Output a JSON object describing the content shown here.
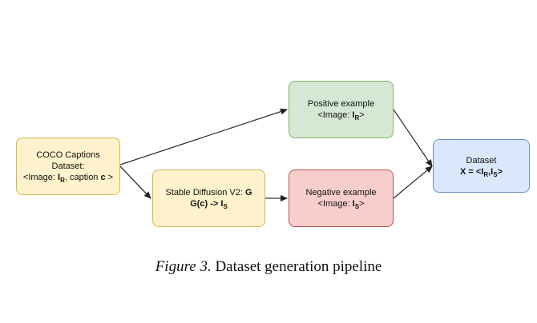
{
  "nodes": {
    "coco": {
      "line1": "COCO Captions",
      "line2": "Dataset:",
      "line3_pre": "<Image: ",
      "line3_i": "I",
      "line3_sub": "R",
      "line3_mid": ", caption ",
      "line3_c": "c",
      "line3_post": " >"
    },
    "sd": {
      "line1": "Stable Diffusion V2: ",
      "line1_bold": "G",
      "line2_pre": "G(c) -> ",
      "line2_i": "I",
      "line2_sub": "S"
    },
    "positive": {
      "line1": "Positive example",
      "line2_pre": "<Image: ",
      "line2_i": "I",
      "line2_sub": "R",
      "line2_post": ">"
    },
    "negative": {
      "line1": "Negative example",
      "line2_pre": "<Image: ",
      "line2_i": "I",
      "line2_sub": "S",
      "line2_post": ">"
    },
    "dataset": {
      "line1": "Dataset",
      "line2_pre": "X = <I",
      "line2_sub1": "R",
      "line2_mid": ",I",
      "line2_sub2": "S",
      "line2_post": ">"
    }
  },
  "caption": {
    "figure": "Figure 3.",
    "text": " Dataset generation pipeline"
  },
  "colors": {
    "yellow_fill": "#fff2cc",
    "green_fill": "#d5e8d4",
    "red_fill": "#f8cecc",
    "blue_fill": "#dae8fc",
    "edge": "#333333"
  }
}
